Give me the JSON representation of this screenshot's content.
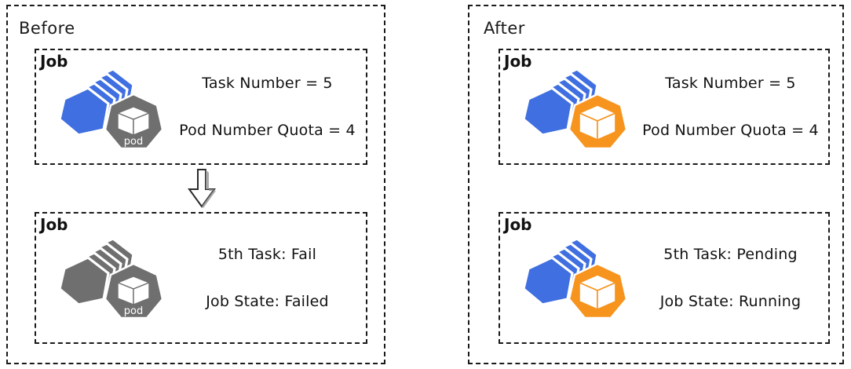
{
  "diagram": {
    "panels": [
      {
        "id": "before",
        "title": "Before",
        "boxes": [
          {
            "label": "Job",
            "icon": "kubernetes-pod-stack-icon",
            "stack_color": "#3f6fe0",
            "front_color": "#6f6f6f",
            "front_has_pod_text": true,
            "pod_text": "pod",
            "lines": [
              "Task Number = 5",
              "Pod Number Quota = 4"
            ]
          },
          {
            "label": "Job",
            "icon": "kubernetes-pod-stack-icon",
            "stack_color": "#6f6f6f",
            "front_color": "#6f6f6f",
            "front_has_pod_text": true,
            "pod_text": "pod",
            "lines": [
              "5th Task: Fail",
              "Job State: Failed"
            ]
          }
        ],
        "arrow": "down-arrow-icon"
      },
      {
        "id": "after",
        "title": "After",
        "boxes": [
          {
            "label": "Job",
            "icon": "kubernetes-pod-stack-icon",
            "stack_color": "#3f6fe0",
            "front_color": "#f7941e",
            "front_has_pod_text": false,
            "pod_text": "",
            "lines": [
              "Task Number = 5",
              "Pod Number Quota = 4"
            ]
          },
          {
            "label": "Job",
            "icon": "kubernetes-pod-stack-icon",
            "stack_color": "#3f6fe0",
            "front_color": "#f7941e",
            "front_has_pod_text": false,
            "pod_text": "",
            "lines": [
              "5th Task: Pending",
              "Job State: Running"
            ]
          }
        ],
        "arrow": "down-arrow-icon"
      }
    ],
    "colors": {
      "blue": "#3f6fe0",
      "orange": "#f7941e",
      "gray": "#6f6f6f",
      "border": "#1a1a1a",
      "text": "#111111",
      "background": "#ffffff"
    }
  }
}
